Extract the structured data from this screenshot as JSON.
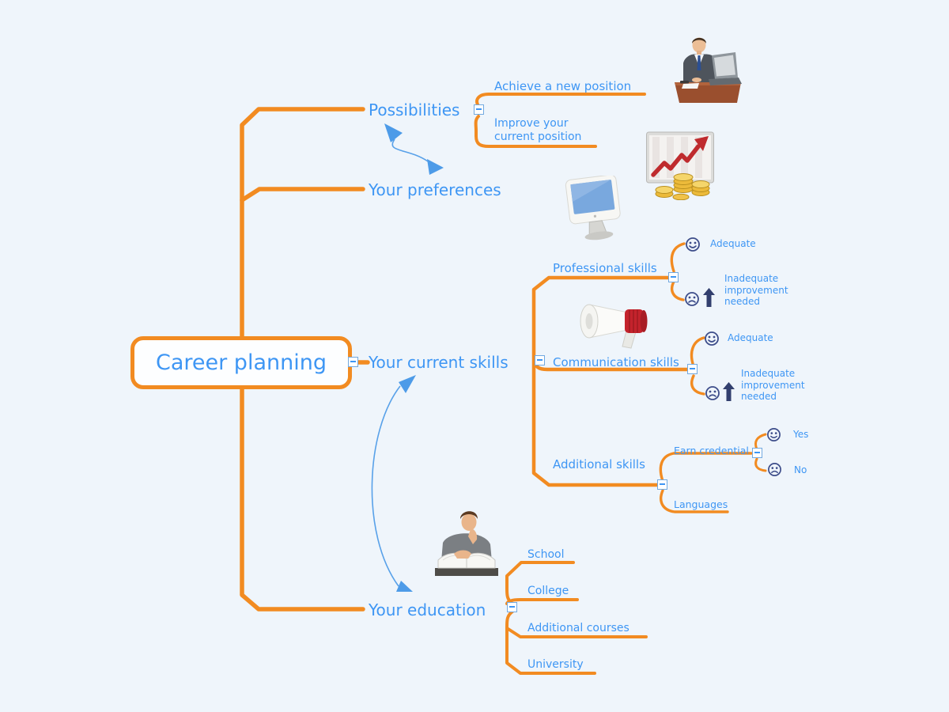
{
  "root": {
    "label": "Career planning"
  },
  "topics": [
    {
      "label": "Possibilities",
      "children": [
        {
          "label": "Achieve a new position"
        },
        {
          "label": "Improve your current position"
        }
      ]
    },
    {
      "label": "Your preferences"
    },
    {
      "label": "Your current skills",
      "children": [
        {
          "label": "Professional skills",
          "children": [
            {
              "label": "Adequate",
              "icon": "happy-face"
            },
            {
              "label": "Inadequate improvement needed",
              "icon": "sad-face, up-arrow"
            }
          ]
        },
        {
          "label": "Communication skills",
          "children": [
            {
              "label": "Adequate",
              "icon": "happy-face"
            },
            {
              "label": "Inadequate improvement needed",
              "icon": "sad-face, up-arrow"
            }
          ]
        },
        {
          "label": "Additional skills",
          "children": [
            {
              "label": "Earn credential",
              "children": [
                {
                  "label": "Yes",
                  "icon": "happy-face"
                },
                {
                  "label": "No",
                  "icon": "sad-face"
                }
              ]
            },
            {
              "label": "Languages"
            }
          ]
        }
      ]
    },
    {
      "label": "Your education",
      "children": [
        {
          "label": "School"
        },
        {
          "label": "College"
        },
        {
          "label": "Additional courses"
        },
        {
          "label": "University"
        }
      ]
    }
  ],
  "illustrations": [
    {
      "name": "businessman-at-desk"
    },
    {
      "name": "growth-chart-with-coins"
    },
    {
      "name": "computer-monitor"
    },
    {
      "name": "megaphone"
    },
    {
      "name": "student-reading-book"
    }
  ],
  "colors": {
    "background": "#EFF5FB",
    "branch_orange": "#F28B21",
    "topic_text_blue": "#3E96F4",
    "leaf_icon_navy": "#3D4D8A",
    "relation_arrow_blue": "#58A1E9",
    "collapse_border_blue": "#72A9E0",
    "megaphone_red": "#C4232C",
    "chart_arrow_red": "#BF2B2E",
    "coin_gold": "#ECBA3A"
  }
}
